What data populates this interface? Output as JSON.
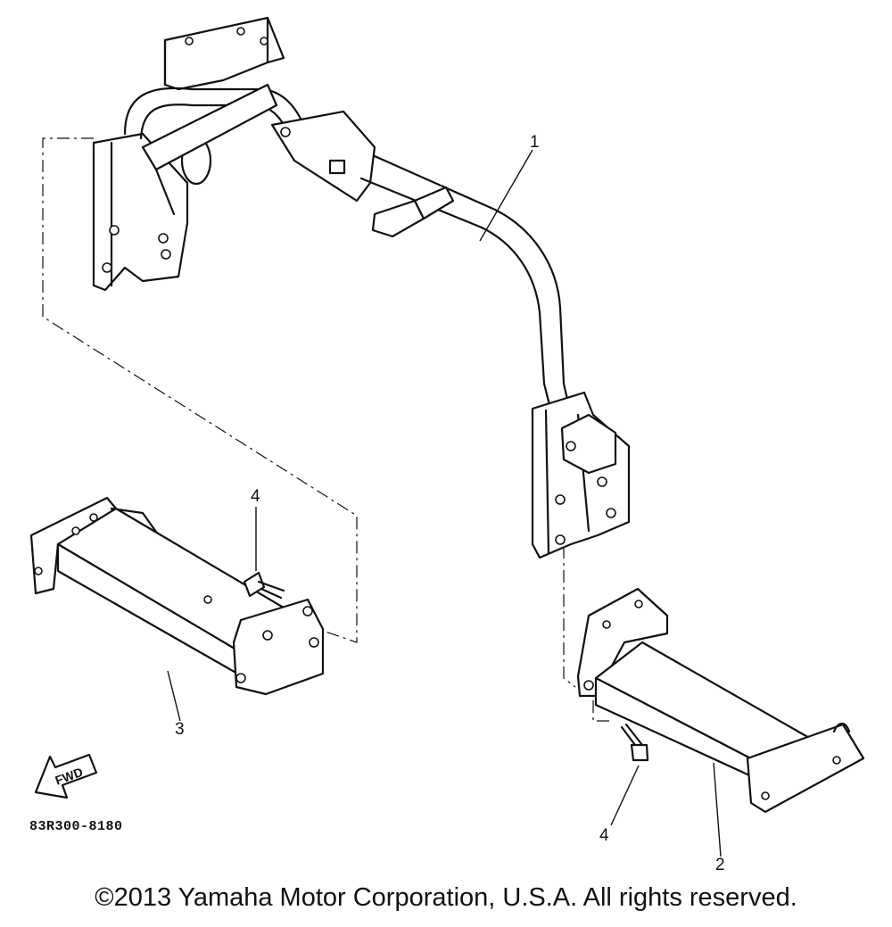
{
  "callouts": [
    {
      "label": "1",
      "part": "bumper-bar"
    },
    {
      "label": "2",
      "part": "right-bracket"
    },
    {
      "label": "3",
      "part": "left-bracket"
    },
    {
      "label": "4",
      "part": "bolt"
    },
    {
      "label": "4",
      "part": "bolt"
    }
  ],
  "fwd_label": "FWD",
  "diagram_code": "83R300-8180",
  "copyright": "©2013 Yamaha Motor Corporation, U.S.A. All rights reserved."
}
